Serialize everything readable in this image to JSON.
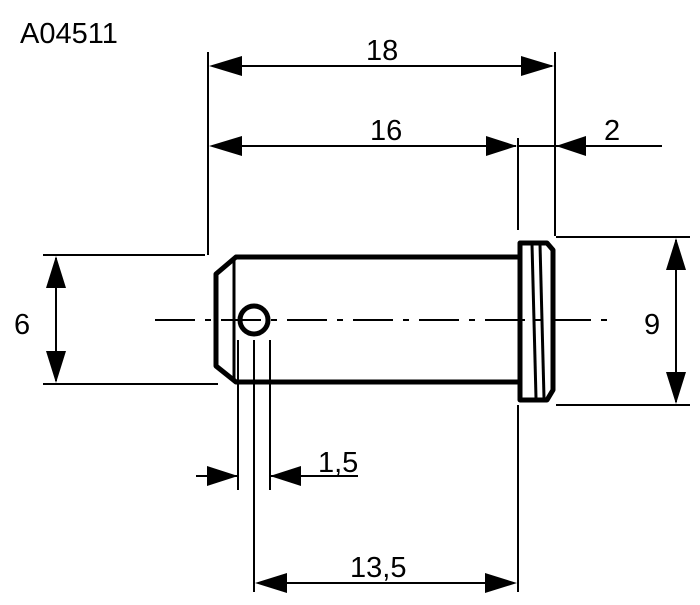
{
  "drawing": {
    "part_number": "A04511",
    "dimensions": {
      "overall_length": "18",
      "shank_length": "16",
      "head_thickness": "2",
      "shank_diameter": "6",
      "head_diameter": "9",
      "hole_diameter": "1,5",
      "hole_to_head": "13,5"
    }
  }
}
